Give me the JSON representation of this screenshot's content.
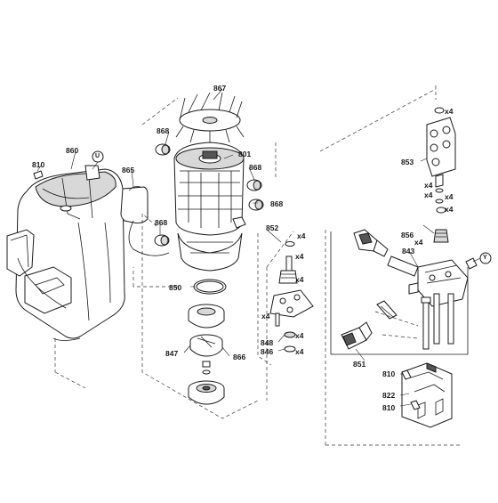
{
  "diagram": {
    "labels": {
      "p867": "867",
      "p868a": "868",
      "p801": "801",
      "p868b": "868",
      "p868c": "868",
      "p868d": "868",
      "p860": "860",
      "p810a": "810",
      "p865": "865",
      "p852": "852",
      "p850": "850",
      "p847": "847",
      "p866": "866",
      "p848": "848",
      "p846": "846",
      "p853": "853",
      "p856": "856",
      "p843": "843",
      "p851": "851",
      "p810b": "810",
      "p822": "822",
      "p810c": "810"
    },
    "quantities": {
      "q1": "x4",
      "q2": "x4",
      "q3": "x4",
      "q4": "x4",
      "q5": "x4",
      "q6": "x4",
      "q7": "x4",
      "q8": "x4",
      "q9": "x4",
      "q10": "x4",
      "q11": "x4",
      "q12": "x4"
    },
    "callouts": {
      "u": "U",
      "y": "Y"
    }
  }
}
